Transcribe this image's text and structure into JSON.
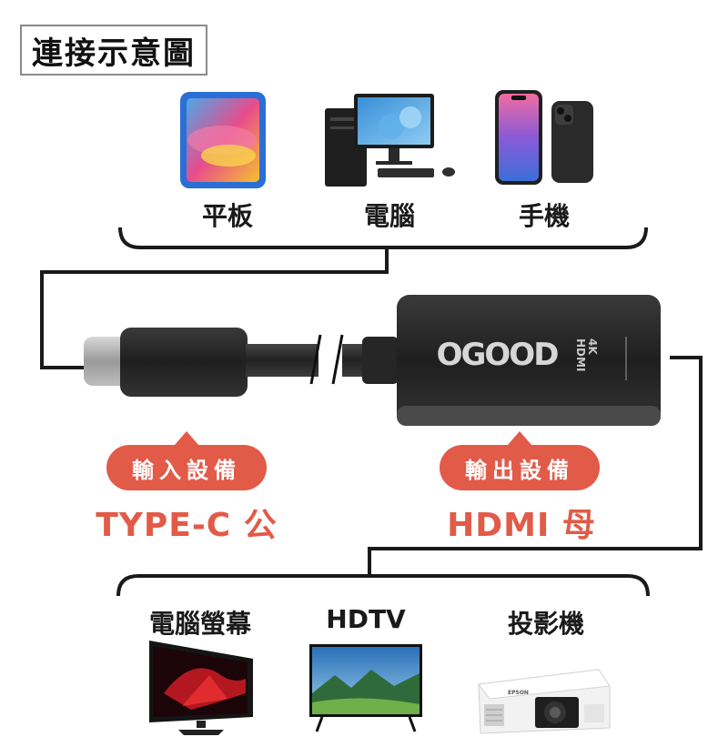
{
  "title": "連接示意圖",
  "input_devices": {
    "tablet": "平板",
    "computer": "電腦",
    "phone": "手機"
  },
  "output_devices": {
    "monitor": "電腦螢幕",
    "tv": "HDTV",
    "projector": "投影機"
  },
  "adapter": {
    "brand": "OGOOD",
    "port_mark_line1": "4K",
    "port_mark_line2": "HDMI"
  },
  "input_badge": "輸入設備",
  "input_port": "TYPE-C 公",
  "output_badge": "輸出設備",
  "output_port": "HDMI 母",
  "projector_brand": "EPSON",
  "colors": {
    "accent": "#e25a48",
    "line": "#1a1a1a",
    "adapter_body": "#2b2b2b"
  }
}
